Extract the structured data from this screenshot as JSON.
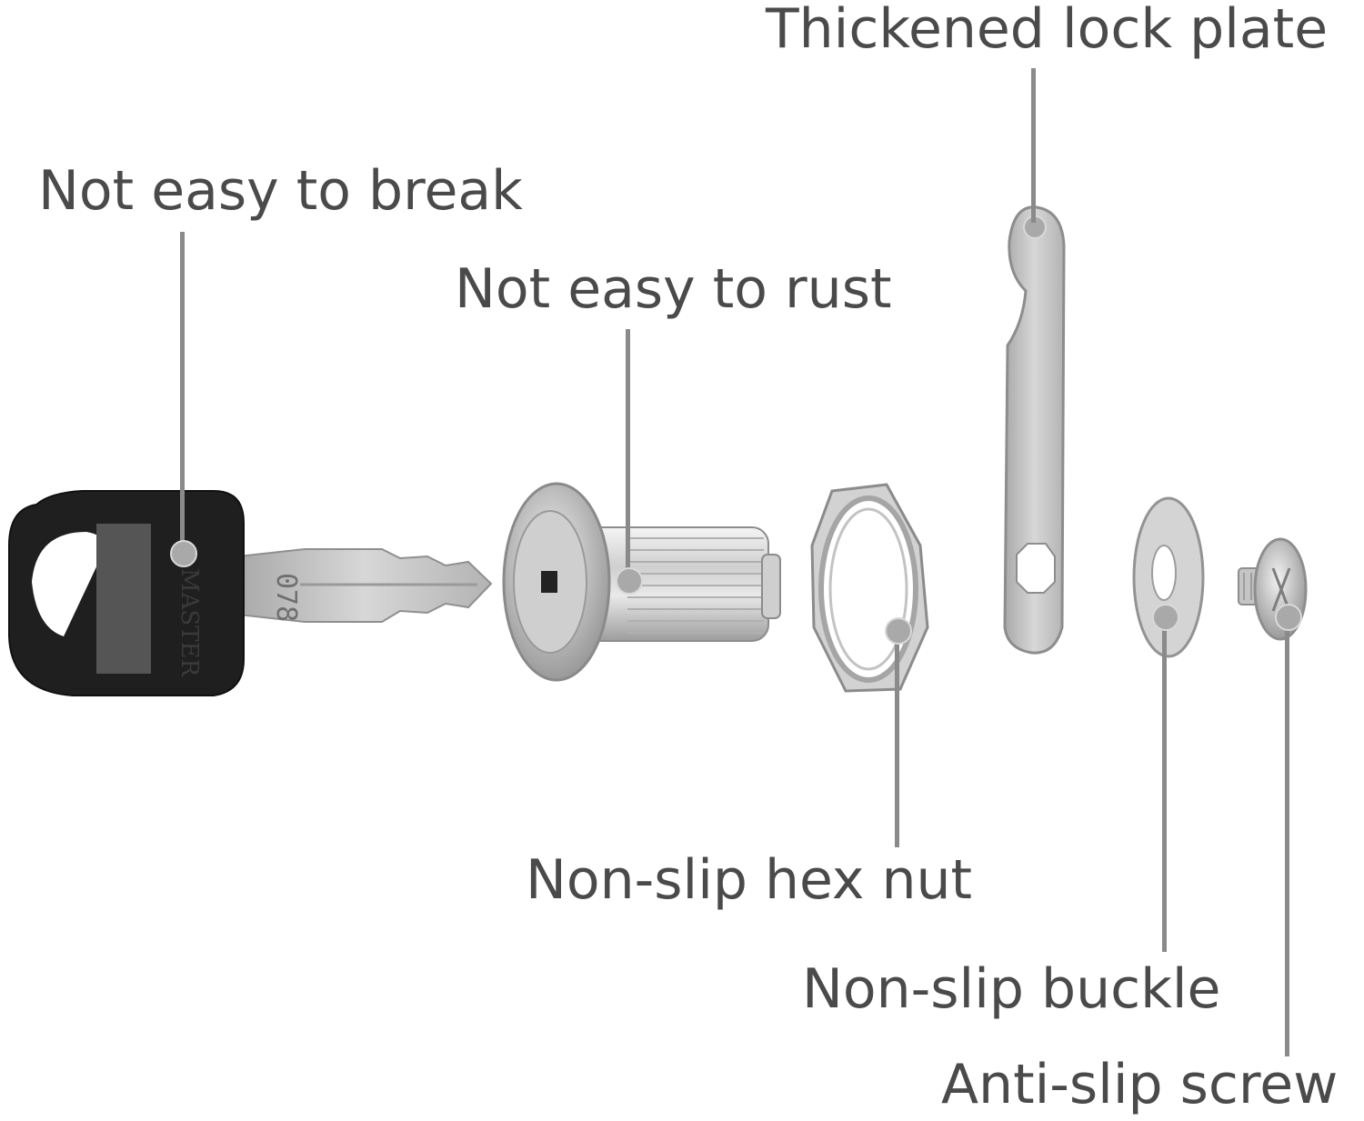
{
  "labels": {
    "lock_plate": "Thickened lock plate",
    "key": "Not easy to break",
    "cylinder": "Not easy to rust",
    "hex_nut": "Non-slip hex nut",
    "buckle": "Non-slip buckle",
    "screw": "Anti-slip screw"
  },
  "key_marks": {
    "brand": "MASTER",
    "number": "078"
  },
  "colors": {
    "label_text": "#4a4a4a",
    "leader_line": "#8a8a8a",
    "metal": "#c8c8c8",
    "key_head": "#1f1f1f"
  }
}
